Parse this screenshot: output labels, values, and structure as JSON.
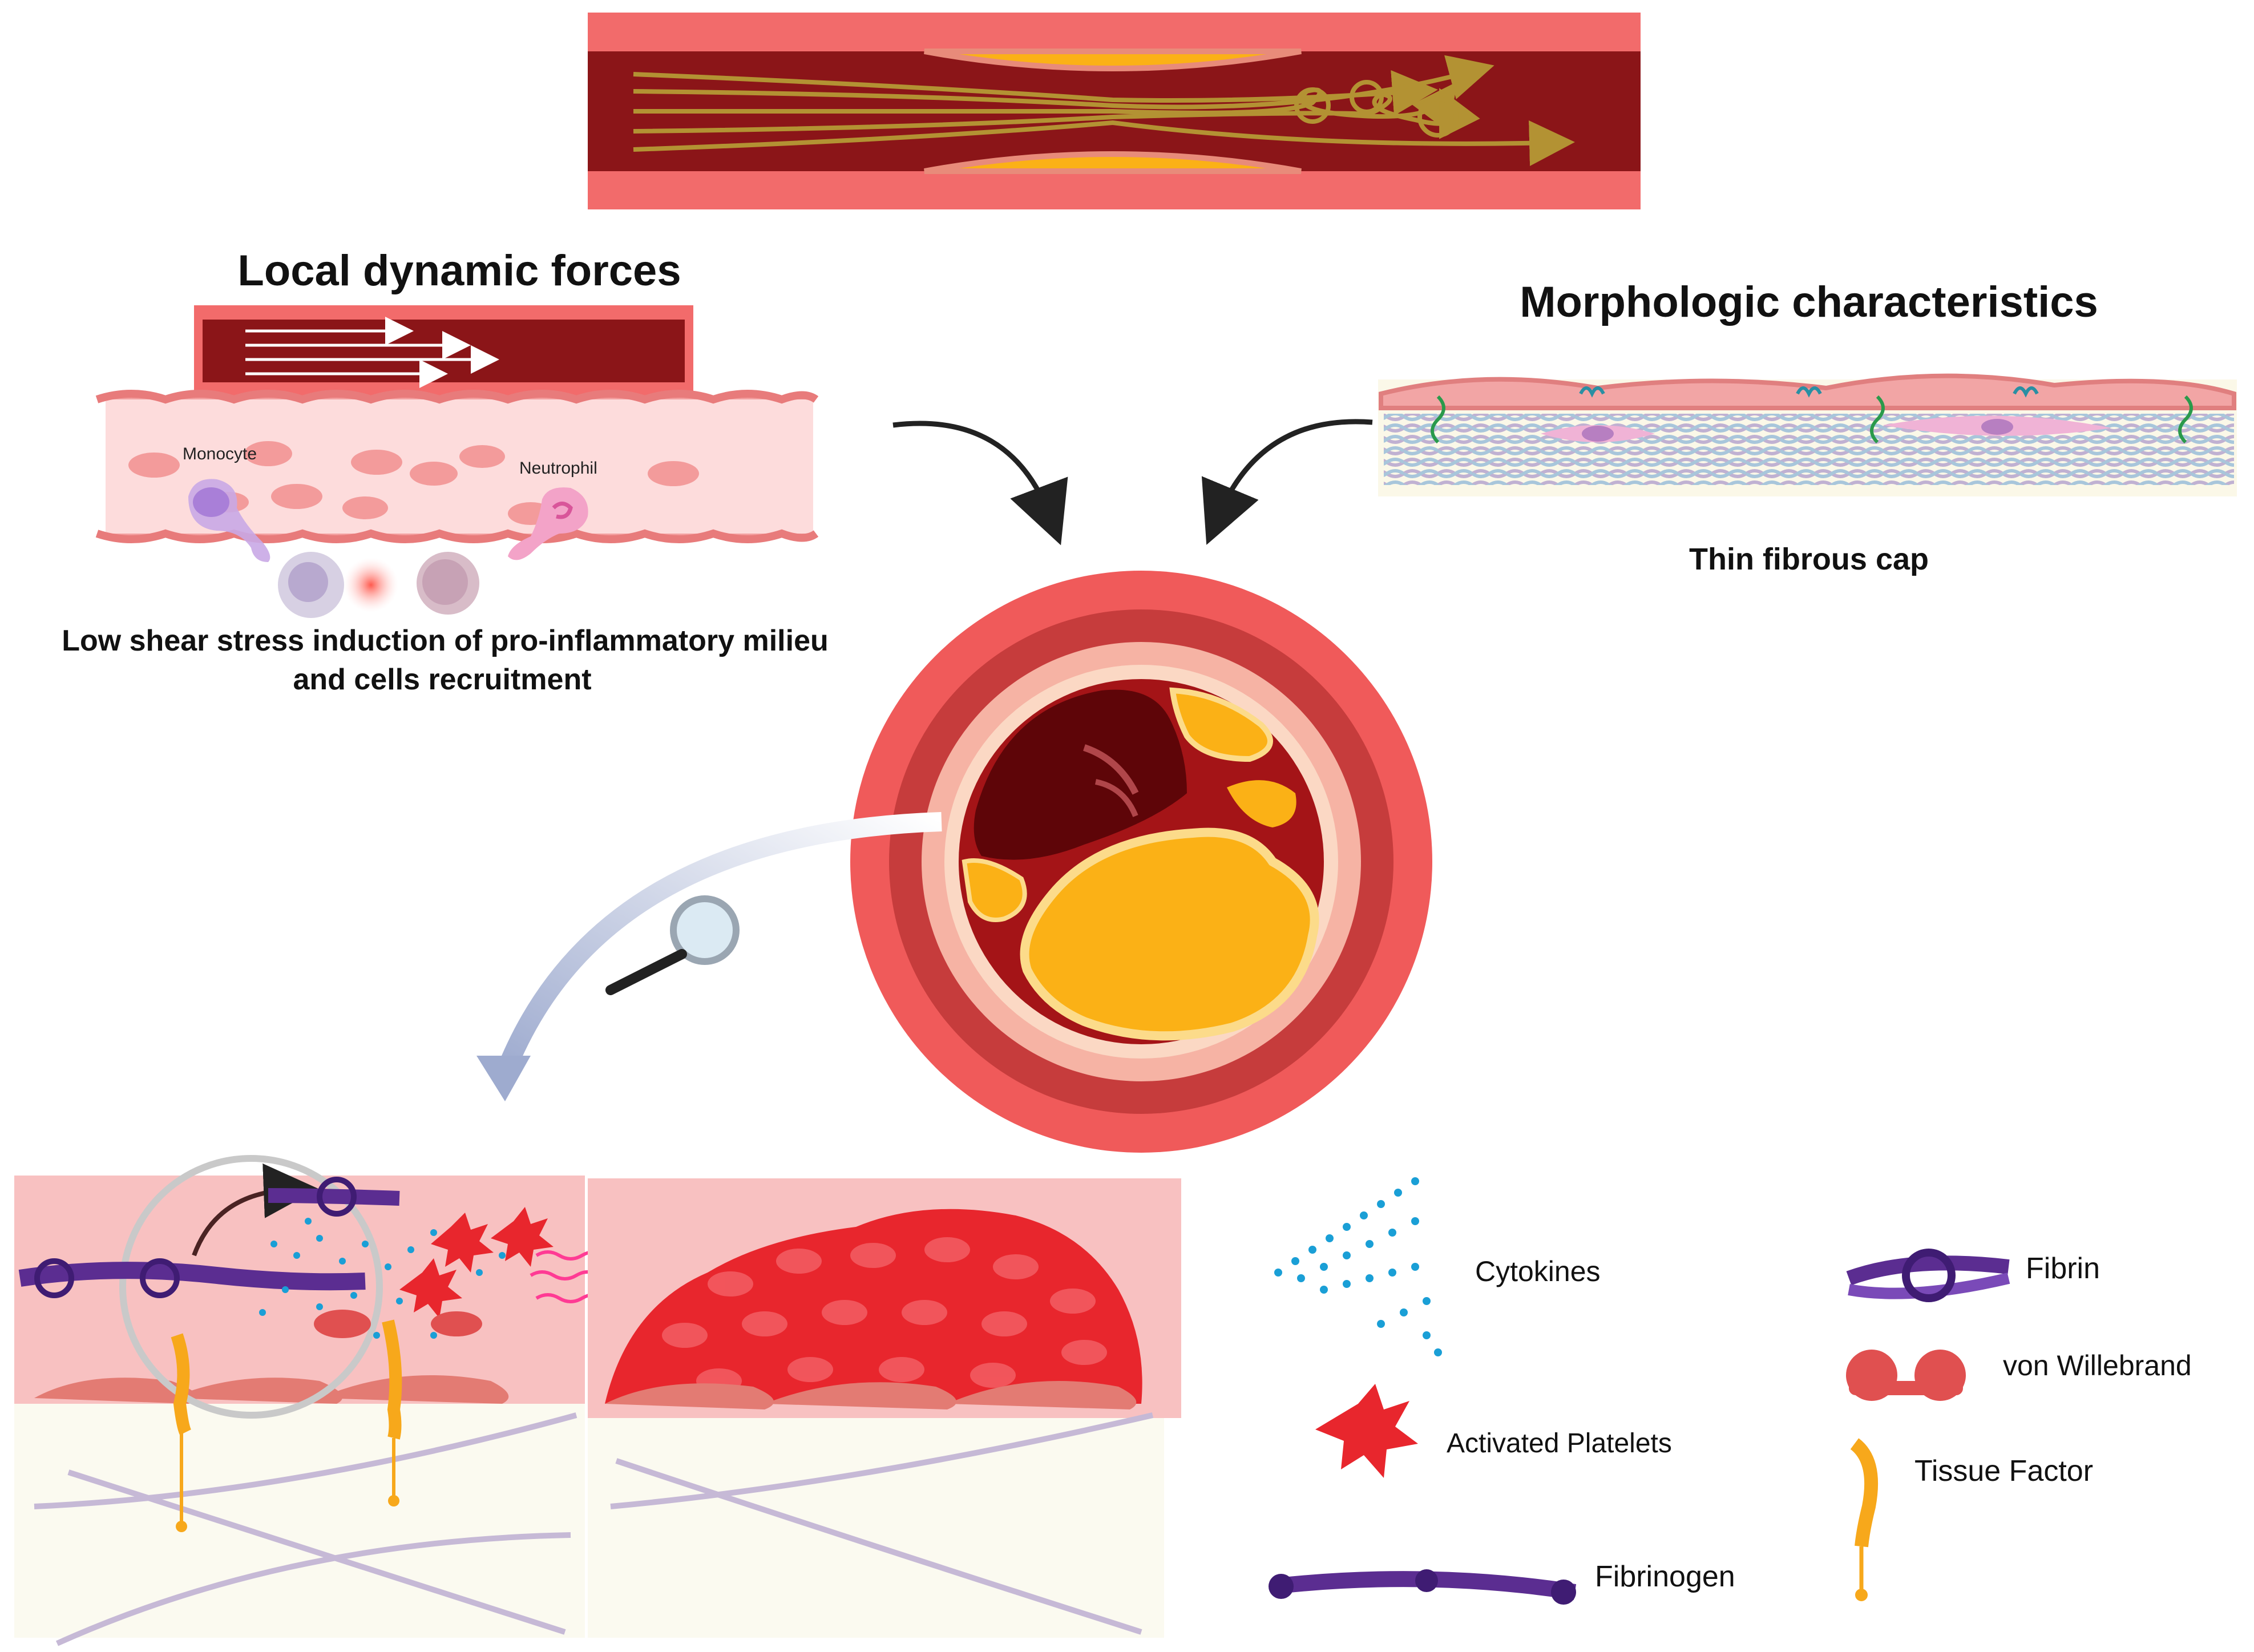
{
  "sections": {
    "local_forces": {
      "title": "Local dynamic forces",
      "caption_line1": "Low shear stress induction of pro-inflammatory milieu",
      "caption_line2": "and cells recruitment",
      "label_monocyte": "Monocyte",
      "label_neutrophil": "Neutrophil"
    },
    "morphologic": {
      "title": "Morphologic characteristics",
      "caption": "Thin fibrous cap"
    }
  },
  "legend": {
    "cytokines": "Cytokines",
    "activated_platelets": "Activated Platelets",
    "fibrinogen": "Fibrinogen",
    "fibrin": "Fibrin",
    "von_willebrand": "von Willebrand",
    "tissue_factor": "Tissue Factor"
  },
  "colors": {
    "vessel_wall": "#f26b6b",
    "vessel_lumen": "#8b1518",
    "plaque": "#fbb116",
    "platelet": "#e8262d",
    "fibrin": "#5b2d91",
    "tissue_factor": "#f7a81b",
    "cytokine": "#1a9fd6",
    "flow_arrow": "#b39233"
  }
}
